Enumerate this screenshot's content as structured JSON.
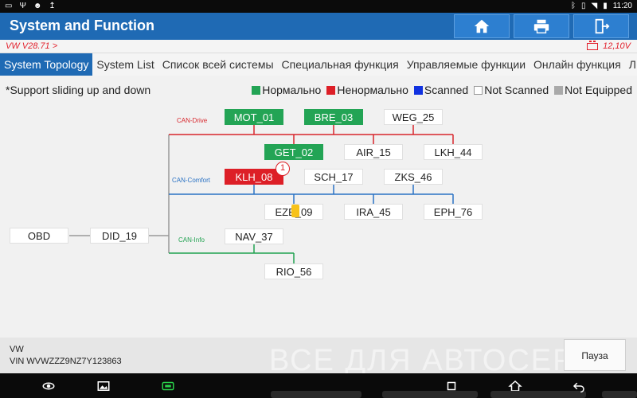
{
  "status_bar": {
    "time": "11:20"
  },
  "header": {
    "title": "System and Function"
  },
  "version": {
    "label": "VW V28.71 >",
    "voltage": "12,10V"
  },
  "tabs": [
    {
      "label": "System Topology"
    },
    {
      "label": "System List"
    },
    {
      "label": "Список всей системы"
    },
    {
      "label": "Специальная функция"
    },
    {
      "label": "Управляемые функции"
    },
    {
      "label": "Онлайн функция"
    },
    {
      "label": "Л"
    }
  ],
  "info_text": "*Support sliding up and down",
  "legend": [
    {
      "label": "Нормально",
      "color": "#23a455"
    },
    {
      "label": "Ненормально",
      "color": "#dd1f27"
    },
    {
      "label": "Scanned",
      "color": "#1132e0"
    },
    {
      "label": "Not Scanned",
      "color": "#ffffff"
    },
    {
      "label": "Not Equipped",
      "color": "#a9a9a9"
    }
  ],
  "buses": {
    "drive": "CAN-Drive",
    "comfort": "CAN-Comfort",
    "info": "CAN-Info"
  },
  "bus_colors": {
    "drive": "#d8262c",
    "comfort": "#2a72c4",
    "info": "#21a251",
    "gateway": "#999999"
  },
  "nodes": {
    "obd": "OBD",
    "did": "DID_19",
    "mot": "MOT_01",
    "bre": "BRE_03",
    "weg": "WEG_25",
    "get": "GET_02",
    "air": "AIR_15",
    "lkh": "LKH_44",
    "klh": "KLH_08",
    "sch": "SCH_17",
    "zks": "ZKS_46",
    "eze": "EZE_09",
    "ira": "IRA_45",
    "eph": "EPH_76",
    "nav": "NAV_37",
    "rio": "RIO_56"
  },
  "klh_badge": "1",
  "vehicle": {
    "make": "VW",
    "vin": "VIN WVWZZZ9NZ7Y123863"
  },
  "watermark": "ВСЕ ДЛЯ АВТОСЕРВИС",
  "pause_label": "Пауза"
}
